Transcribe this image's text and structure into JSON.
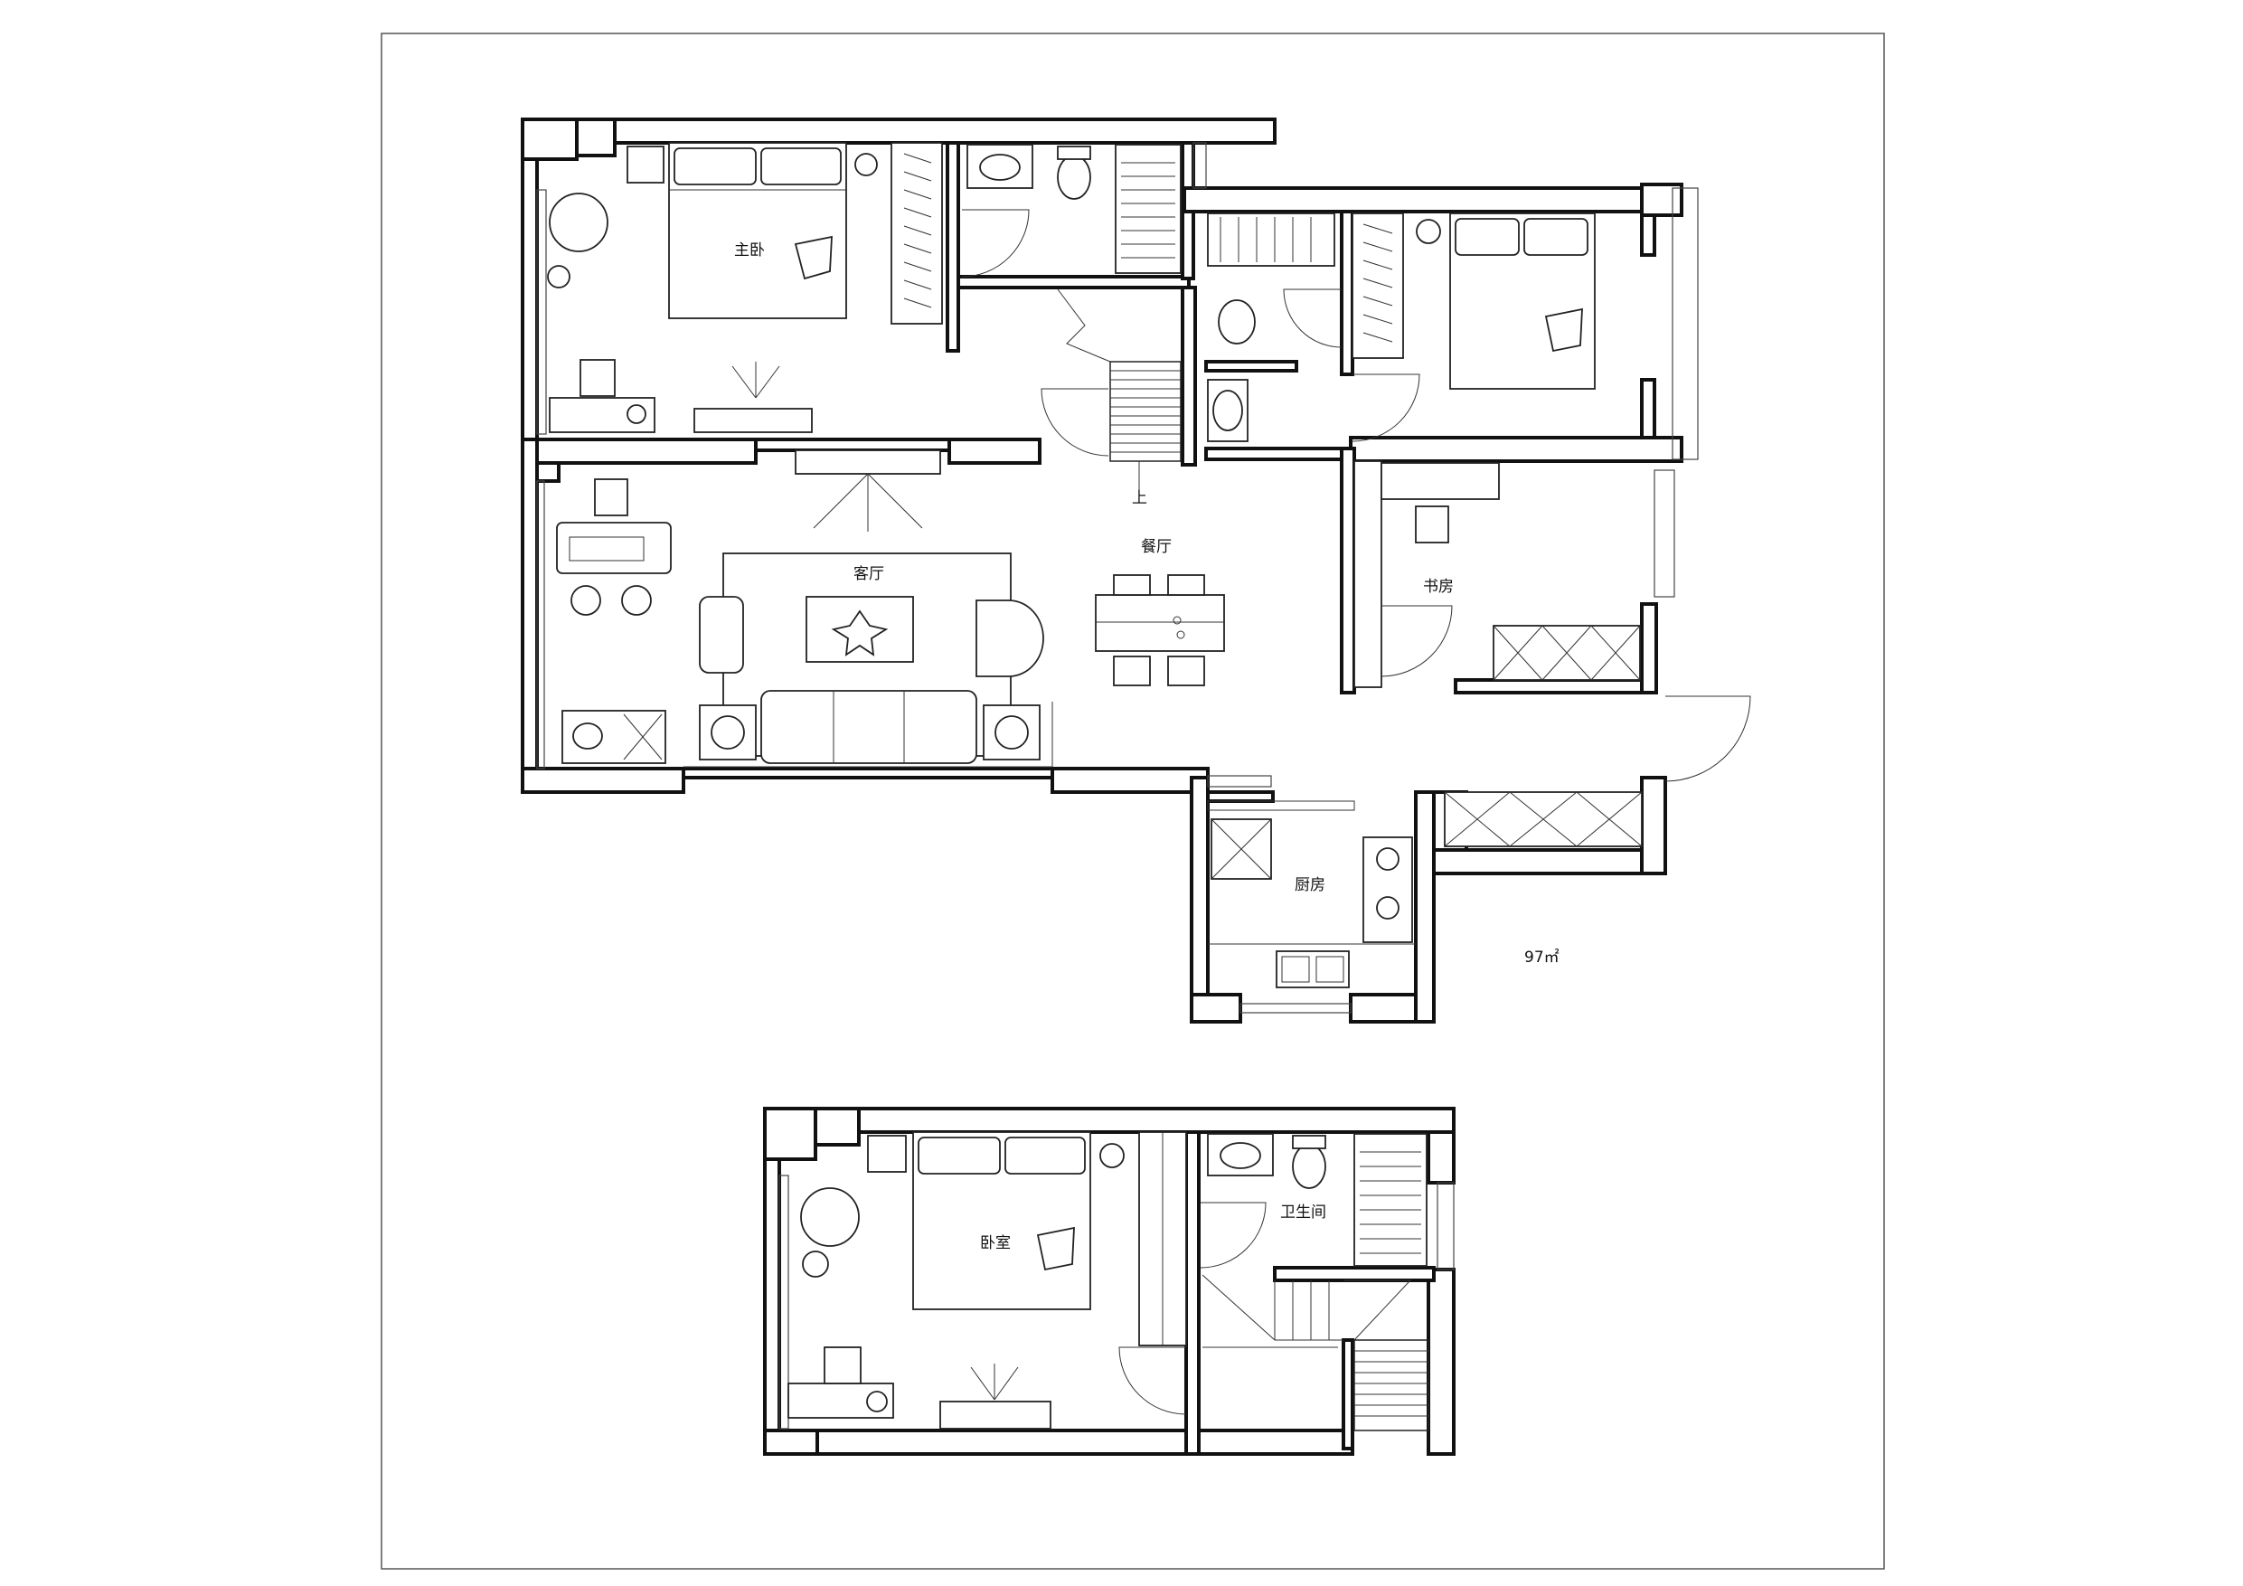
{
  "rooms": {
    "master_bedroom": "主卧",
    "living_room": "客厅",
    "dining_room": "餐厅",
    "study": "书房",
    "kitchen": "厨房",
    "stair_up": "上",
    "bedroom_upper": "卧室",
    "bathroom_upper": "卫生间"
  },
  "area": "97㎡",
  "icons": [
    "bed-icon",
    "sofa-icon",
    "dining-table-icon",
    "toilet-icon",
    "sink-icon",
    "shower-icon",
    "stove-icon",
    "desk-icon",
    "chair-icon",
    "plant-icon",
    "tv-icon",
    "wardrobe-icon",
    "stairs-icon",
    "door-swing-icon",
    "rug-icon",
    "window-icon"
  ]
}
